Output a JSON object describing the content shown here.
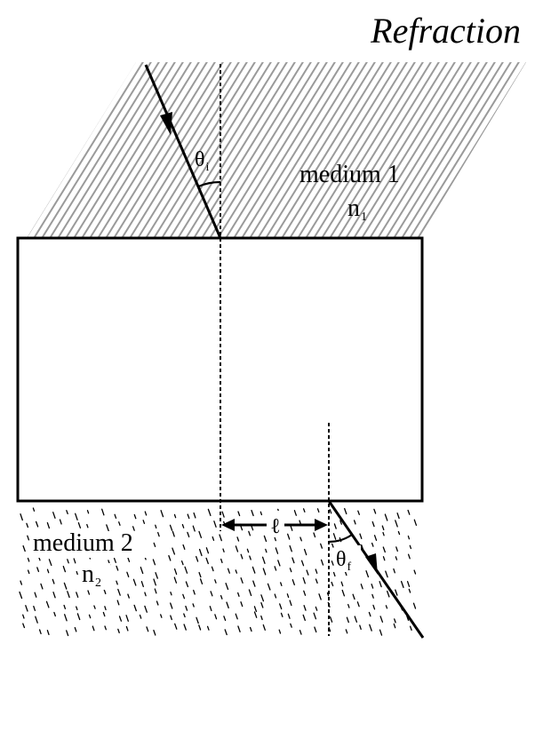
{
  "title": "Refraction",
  "labels": {
    "medium1": "medium 1",
    "n1_base": "n",
    "n1_sub": "1",
    "medium2": "medium 2",
    "n2_base": "n",
    "n2_sub": "2",
    "theta_i_base": "θ",
    "theta_i_sub": "i",
    "theta_f_base": "θ",
    "theta_f_sub": "f",
    "length": "ℓ"
  },
  "colors": {
    "ink": "#000000",
    "hatch": "#9a9a9a",
    "background": "#ffffff"
  }
}
